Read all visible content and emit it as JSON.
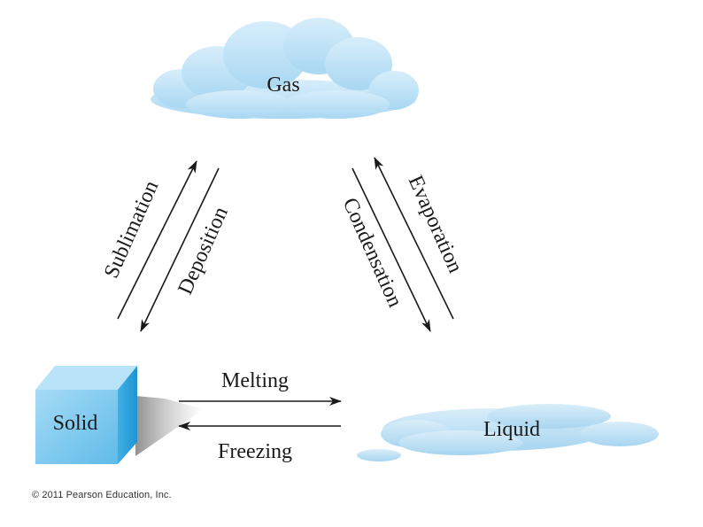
{
  "states": {
    "gas": "Gas",
    "solid": "Solid",
    "liquid": "Liquid"
  },
  "transitions": {
    "sublimation": "Sublimation",
    "deposition": "Deposition",
    "condensation": "Condensation",
    "evaporation": "Evaporation",
    "melting": "Melting",
    "freezing": "Freezing"
  },
  "colors": {
    "cloud": "#bfe3f7",
    "cube_front": "#74c6ee",
    "cube_top": "#a9dcf5",
    "cube_side": "#2ea8e2",
    "arrow": "#1a1a1a"
  },
  "copyright": "© 2011 Pearson Education, Inc."
}
